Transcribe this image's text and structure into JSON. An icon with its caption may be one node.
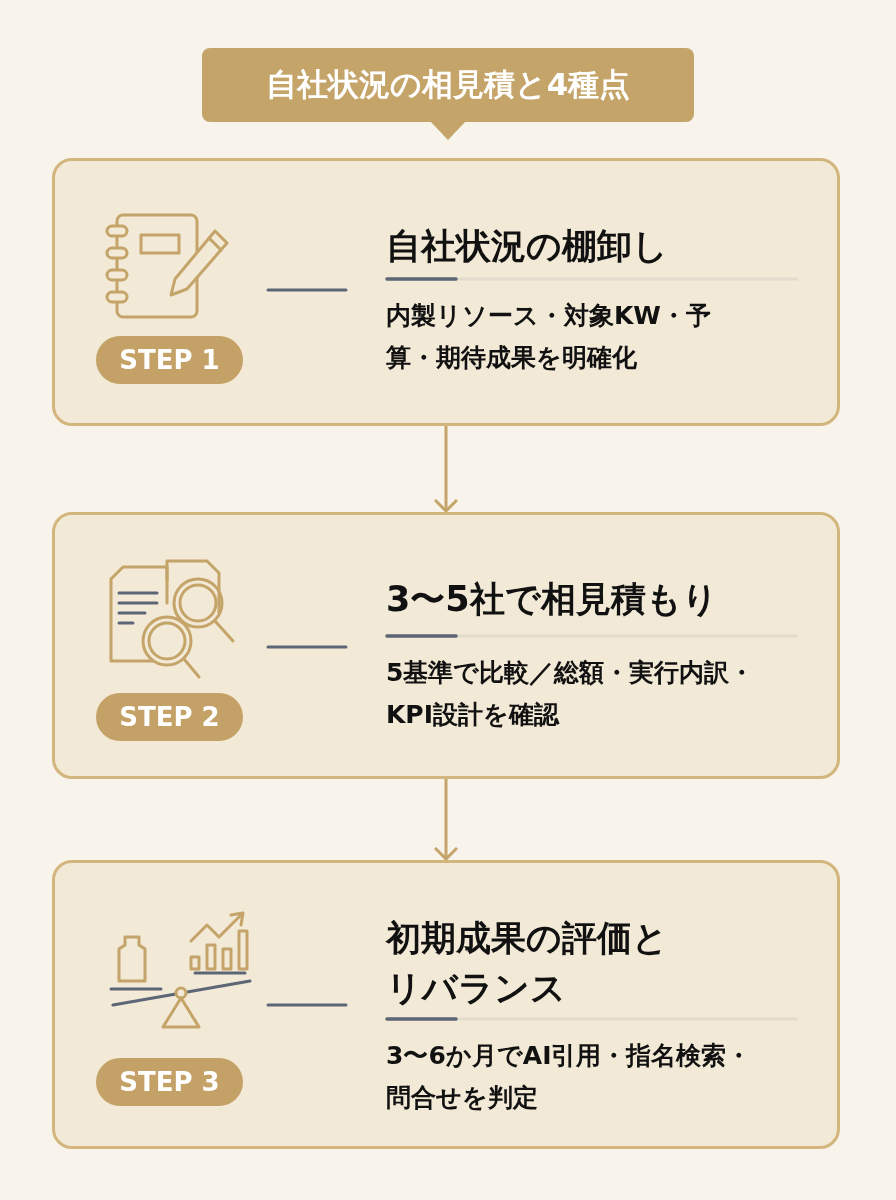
{
  "diagram": {
    "title": "自社状況の相見積と4種点",
    "nodes": [
      {
        "text": [
          "自社状況の棚卸し",
          "内製リソース・対象KW・予算・期待成果を明確化"
        ]
      },
      {
        "text": [
          "STEP 1"
        ],
        "in": 0
      },
      {
        "text": [
          "3〜5社で相見積もり",
          "5基準で比較／総額・実行内訳・KPI設計を確認"
        ]
      },
      {
        "text": [
          "STEP 2"
        ],
        "in": 2
      },
      {
        "text": [
          "初期成果の評価とリバランス",
          "3〜6か月でAI引用・指名検索・問合せを判定"
        ]
      },
      {
        "text": [
          "STEP 3"
        ],
        "in": 4
      }
    ],
    "edges": [
      {
        "from": 0,
        "to": 2,
        "arrow": "to"
      },
      {
        "from": 2,
        "to": 4,
        "arrow": "to"
      }
    ]
  }
}
